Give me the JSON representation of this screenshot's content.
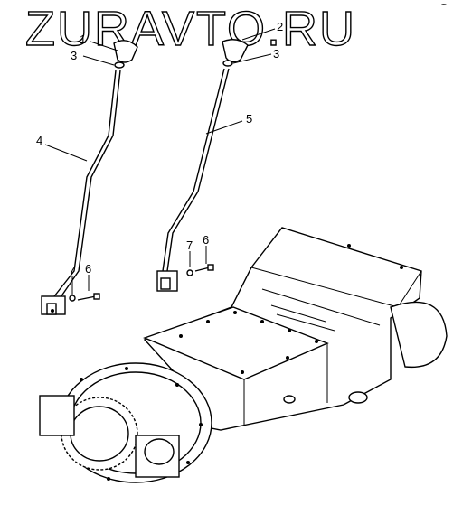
{
  "watermark": "ZURAVTO.RU",
  "corner_mark": "~",
  "callouts": [
    "1",
    "2",
    "3",
    "3",
    "4",
    "5",
    "6",
    "6",
    "7",
    "7"
  ]
}
